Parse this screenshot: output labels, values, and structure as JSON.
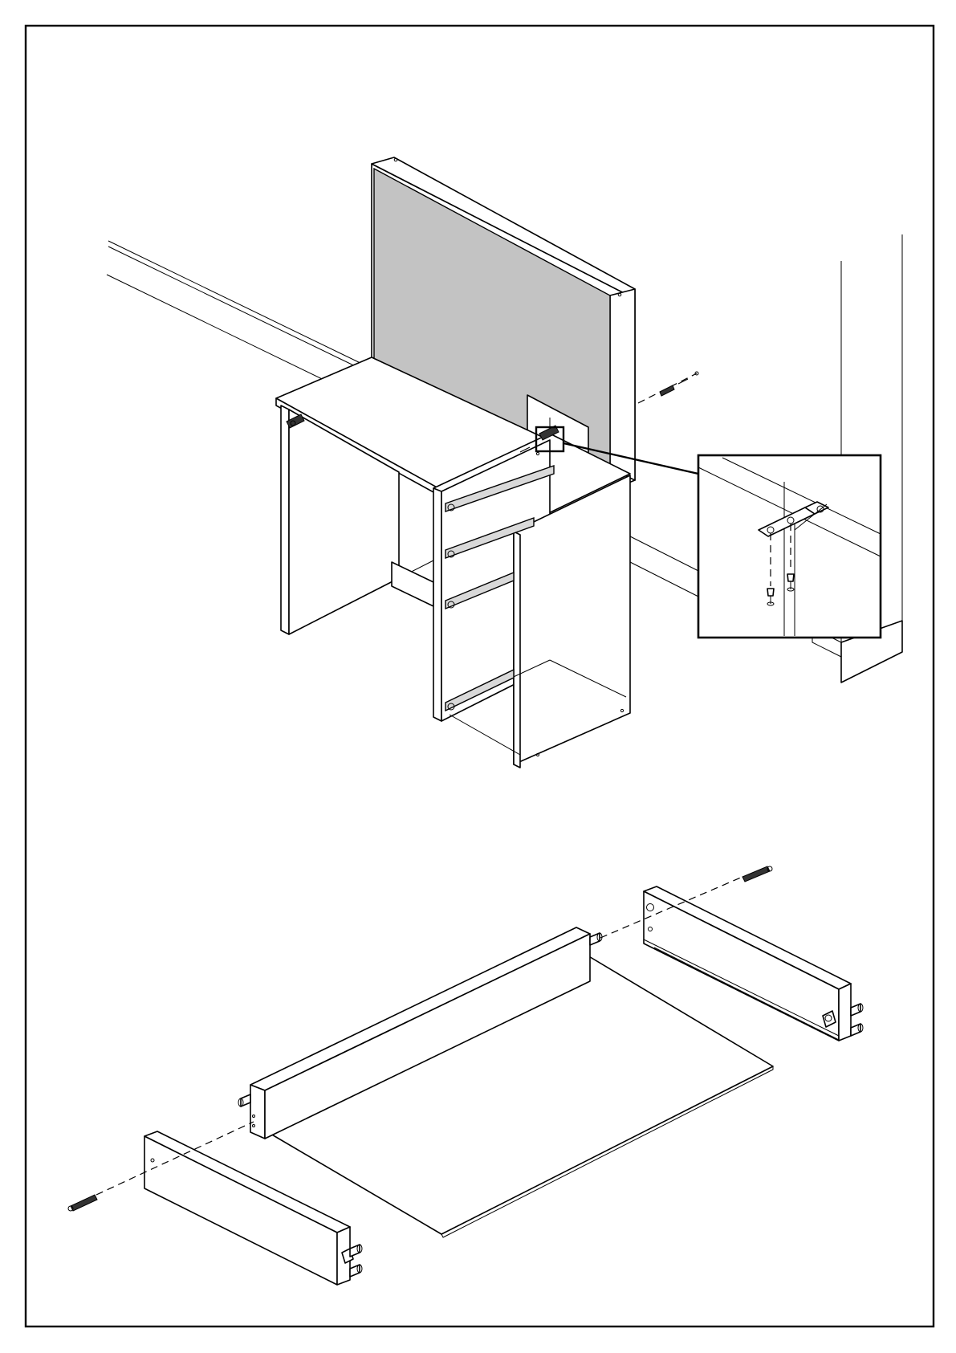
{
  "figures": {
    "top": "desk-assembly-with-mirror-panel",
    "detail": "bracket-detail-inset",
    "bottom": "drawer-box-assembly"
  },
  "icons": [
    "screw-icon",
    "bracket-icon",
    "drawer-slide-icon",
    "dowel-icon",
    "cam-lock-icon"
  ],
  "colors": {
    "panel_gray": "#c3c3c3",
    "line": "#000000",
    "background": "#ffffff"
  }
}
